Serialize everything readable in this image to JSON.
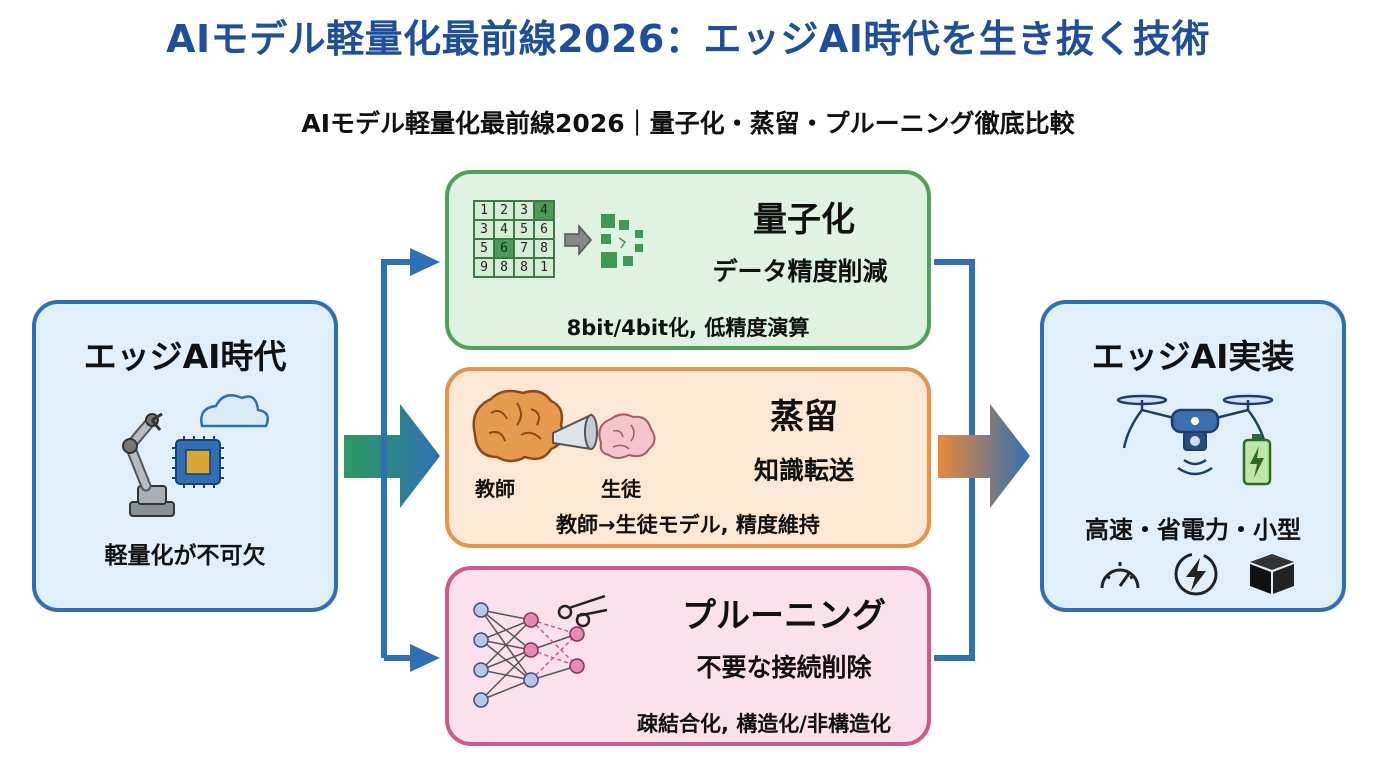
{
  "title": "AIモデル軽量化最前線2026：エッジAI時代を生き抜く技術",
  "subtitle": "AIモデル軽量化最前線2026｜量子化・蒸留・プルーニング徹底比較",
  "left": {
    "title": "エッジAI時代",
    "text": "軽量化が不可欠"
  },
  "methods": {
    "quantization": {
      "title": "量子化",
      "subtitle": "データ精度削減",
      "note": "8bit/4bit化, 低精度演算",
      "grid": [
        "1",
        "2",
        "3",
        "4",
        "3",
        "4",
        "5",
        "6",
        "5",
        "6",
        "7",
        "8",
        "9",
        "8",
        "8",
        "1"
      ]
    },
    "distillation": {
      "title": "蒸留",
      "subtitle": "知識転送",
      "note": "教師→生徒モデル, 精度維持",
      "teacher_label": "教師",
      "student_label": "生徒"
    },
    "pruning": {
      "title": "プルーニング",
      "subtitle": "不要な接続削除",
      "note": "疎結合化, 構造化/非構造化"
    }
  },
  "right": {
    "title": "エッジAI実装",
    "text": "高速・省電力・小型"
  },
  "colors": {
    "title_blue": "#1f4f9a",
    "edge_blue": "#2f6fb3",
    "quant_green": "#4fa25c",
    "distill_orange": "#e9934a",
    "prune_pink": "#cf5a8c"
  },
  "icons": [
    "robot-arm-icon",
    "chip-icon",
    "cloud-icon",
    "teacher-brain-icon",
    "student-brain-icon",
    "funnel-icon",
    "neural-network-icon",
    "scissors-icon",
    "drone-icon",
    "battery-icon",
    "speedometer-icon",
    "lightning-icon",
    "package-icon"
  ]
}
